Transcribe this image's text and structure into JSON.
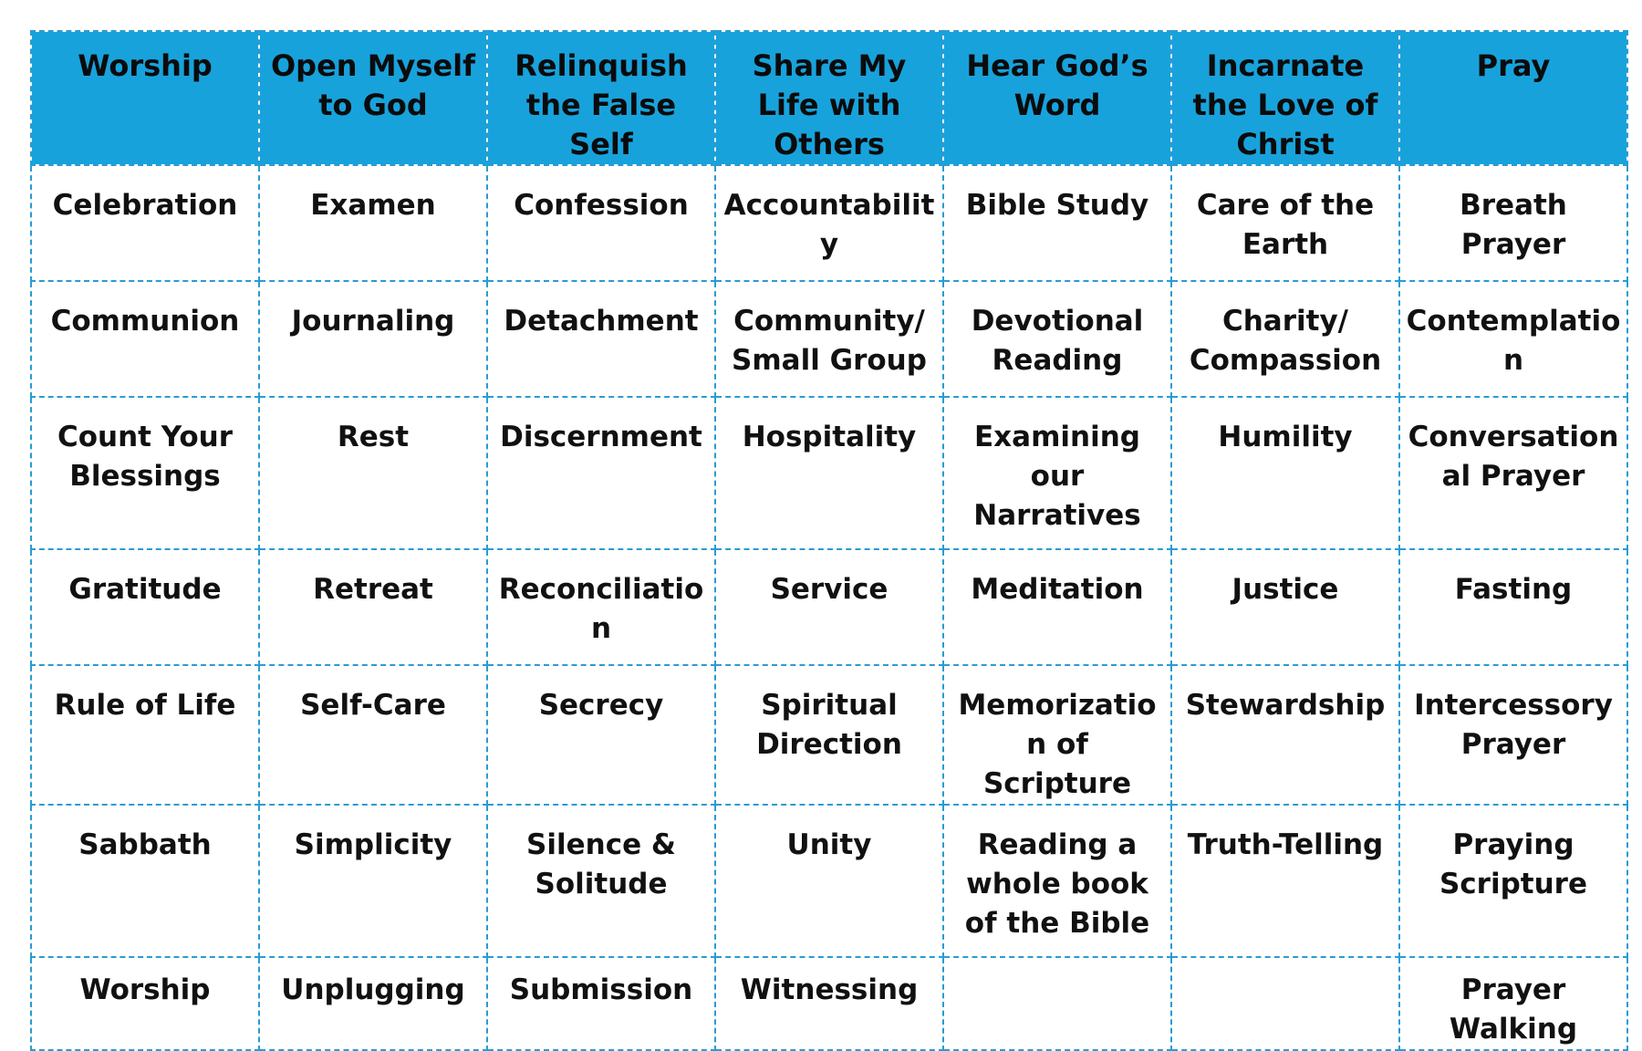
{
  "table": {
    "headers": [
      "Worship",
      "Open Myself to God",
      "Relinquish the False Self",
      "Share My Life with Others",
      "Hear God’s Word",
      "Incarnate the Love of Christ",
      "Pray"
    ],
    "rows": [
      [
        "Celebration",
        "Examen",
        "Confession",
        "Accountability",
        "Bible Study",
        "Care of the Earth",
        "Breath Prayer"
      ],
      [
        "Communion",
        "Journaling",
        "Detachment",
        "Community/ Small Group",
        "Devotional Reading",
        "Charity/ Compassion",
        "Contemplation"
      ],
      [
        "Count Your Blessings",
        "Rest",
        "Discernment",
        "Hospitality",
        "Examining our Narratives",
        "Humility",
        "Conversational Prayer"
      ],
      [
        "Gratitude",
        "Retreat",
        "Reconciliation",
        "Service",
        "Meditation",
        "Justice",
        "Fasting"
      ],
      [
        "Rule of Life",
        "Self-Care",
        "Secrecy",
        "Spiritual Direction",
        "Memorization of Scripture",
        "Stewardship",
        "Intercessory Prayer"
      ],
      [
        "Sabbath",
        "Simplicity",
        "Silence & Solitude",
        "Unity",
        "Reading a whole book of the Bible",
        "Truth-Telling",
        "Praying Scripture"
      ],
      [
        "Worship",
        "Unplugging",
        "Submission",
        "Witnessing",
        "",
        "",
        "Prayer Walking"
      ]
    ]
  },
  "colors": {
    "header_background": "#18a2dc",
    "grid_line": "#2a9bd3",
    "text": "#111111"
  }
}
